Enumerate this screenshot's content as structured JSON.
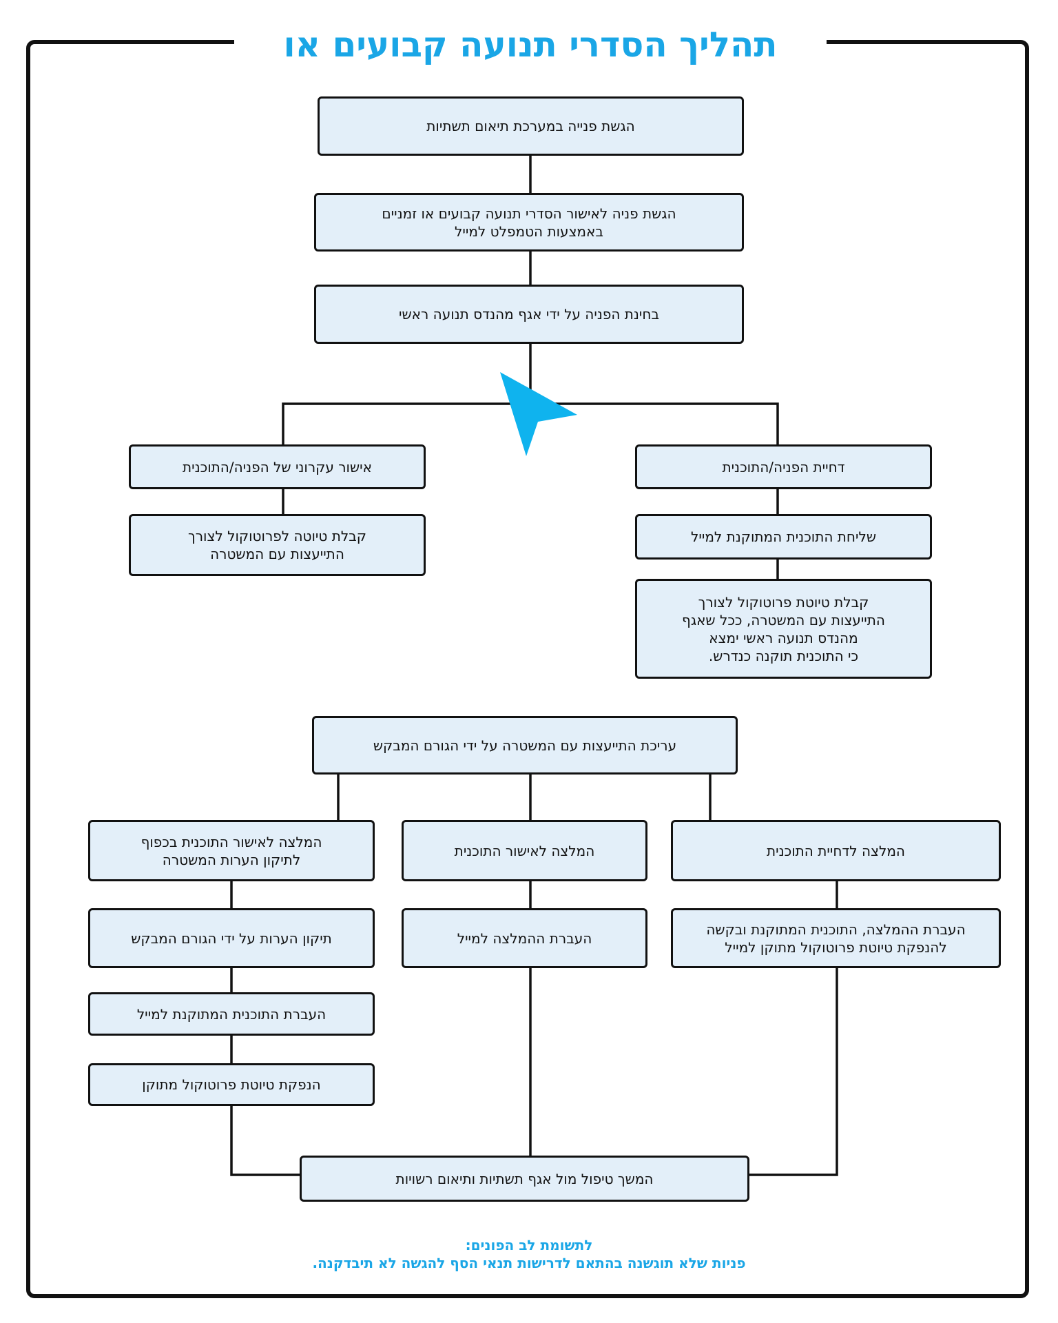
{
  "title": "תהליך הסדרי תנועה קבועים או זמניים",
  "boxes": {
    "b1": "הגשת פנייה במערכת תיאום תשתיות",
    "b2": "הגשת פניה לאישור הסדרי תנועה קבועים או זמניים\nבאמצעות הטמפלט למייל",
    "b3": "בחינת הפניה על ידי אגף מהנדס תנועה ראשי",
    "b4": "אישור עקרוני של הפניה/התוכנית",
    "b5": "קבלת טיוטה לפרוטוקול לצורך\nהתייעצות עם המשטרה",
    "b6": "דחיית הפניה/התוכנית",
    "b7": "שליחת התוכנית המתוקנת למייל",
    "b8": "קבלת טיוטת פרוטוקול לצורך\nהתייעצות עם המשטרה, ככל שאגף\nמהנדס תנועה ראשי ימצא\nכי התוכנית תוקנה כנדרש.",
    "b9": "עריכת התייעצות עם המשטרה על ידי הגורם המבקש",
    "b10": "המלצה לאישור התוכנית בכפוף\nלתיקון הערות המשטרה",
    "b11": "המלצה לאישור התוכנית",
    "b12": "המלצה לדחיית התוכנית",
    "b13": "תיקון הערות על ידי הגורם המבקש",
    "b14": "העברת ההמלצה למייל",
    "b15": "העברת ההמלצה, התוכנית המתוקנת ובקשה\nלהנפקת טיוטת פרוטוקול מתוקן למייל",
    "b16": "העברת התוכנית המתוקנת למייל",
    "b17": "הנפקת טיוטת פרוטוקול מתוקן",
    "b18": "המשך טיפול מול אגף תשתיות ותיאום רשויות"
  },
  "note": {
    "line1": "לתשומת לב הפונים:",
    "line2": "פניות שלא תוגשנה בהתאם לדרישות תנאי הסף להגשה לא תיבדקנה."
  },
  "colors": {
    "accent": "#1aa6e6",
    "box_fill": "#e3eff9",
    "line": "#111111",
    "cursor": "#0fb3ee"
  },
  "icons": {
    "cursor": "cursor-arrow-icon"
  }
}
